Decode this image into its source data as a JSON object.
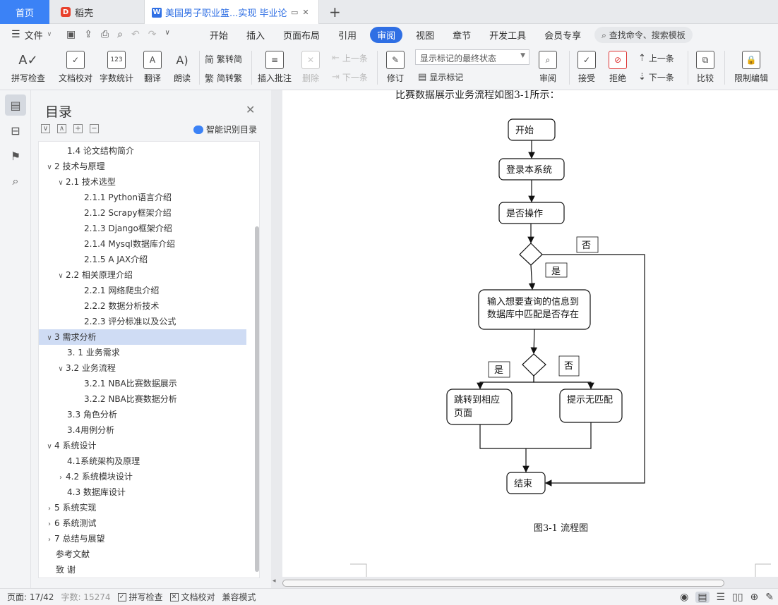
{
  "tabs": {
    "home": "首页",
    "daoke": "稻壳",
    "doc": "美国男子职业篮...实现 毕业论文",
    "add": "+"
  },
  "menu": {
    "file": "文件",
    "items": [
      "开始",
      "插入",
      "页面布局",
      "引用",
      "审阅",
      "视图",
      "章节",
      "开发工具",
      "会员专享"
    ],
    "active": "审阅",
    "search": "查找命令、搜索模板"
  },
  "ribbon": {
    "spell": "拼写检查",
    "doc_check": "文档校对",
    "word_count": "字数统计",
    "translate": "翻译",
    "read": "朗读",
    "trad_to_simp": "繁转简",
    "simp_to_trad": "简转繁",
    "insert_comment": "插入批注",
    "delete": "删除",
    "prev_comment": "上一条",
    "next_comment": "下一条",
    "revise": "修订",
    "markup_mode": "显示标记的最终状态",
    "show_markup": "显示标记",
    "review": "审阅",
    "accept": "接受",
    "reject": "拒绝",
    "prev": "上一条",
    "next": "下一条",
    "compare": "比较",
    "restrict": "限制编辑"
  },
  "toc": {
    "title": "目录",
    "smart": "智能识别目录",
    "items": [
      {
        "text": "1.4 论文结构简介",
        "level": 2,
        "toggle": ""
      },
      {
        "text": "2 技术与原理",
        "level": 1,
        "toggle": "v"
      },
      {
        "text": "2.1 技术选型",
        "level": 2,
        "toggle": "v"
      },
      {
        "text": "2.1.1 Python语言介绍",
        "level": 3,
        "toggle": ""
      },
      {
        "text": "2.1.2 Scrapy框架介绍",
        "level": 3,
        "toggle": ""
      },
      {
        "text": "2.1.3 Django框架介绍",
        "level": 3,
        "toggle": ""
      },
      {
        "text": "2.1.4 Mysql数据库介绍",
        "level": 3,
        "toggle": ""
      },
      {
        "text": "2.1.5 A JAX介绍",
        "level": 3,
        "toggle": ""
      },
      {
        "text": "2.2 相关原理介绍",
        "level": 2,
        "toggle": "v"
      },
      {
        "text": "2.2.1 网络爬虫介绍",
        "level": 3,
        "toggle": ""
      },
      {
        "text": "2.2.2 数据分析技术",
        "level": 3,
        "toggle": ""
      },
      {
        "text": "2.2.3 评分标准以及公式",
        "level": 3,
        "toggle": ""
      },
      {
        "text": "3 需求分析",
        "level": 1,
        "toggle": "v",
        "selected": true
      },
      {
        "text": "3. 1 业务需求",
        "level": 2,
        "toggle": ""
      },
      {
        "text": "3.2 业务流程",
        "level": 2,
        "toggle": "v"
      },
      {
        "text": "3.2.1 NBA比赛数据展示",
        "level": 3,
        "toggle": ""
      },
      {
        "text": "3.2.2 NBA比赛数据分析",
        "level": 3,
        "toggle": ""
      },
      {
        "text": "3.3 角色分析",
        "level": 2,
        "toggle": ""
      },
      {
        "text": "3.4用例分析",
        "level": 2,
        "toggle": ""
      },
      {
        "text": "4 系统设计",
        "level": 1,
        "toggle": "v"
      },
      {
        "text": "4.1系统架构及原理",
        "level": 2,
        "toggle": ""
      },
      {
        "text": "4.2 系统模块设计",
        "level": 2,
        "toggle": ">"
      },
      {
        "text": "4.3  数据库设计",
        "level": 2,
        "toggle": ""
      },
      {
        "text": "5 系统实现",
        "level": 1,
        "toggle": ">"
      },
      {
        "text": "6 系统测试",
        "level": 1,
        "toggle": ">"
      },
      {
        "text": "7 总结与展望",
        "level": 1,
        "toggle": ">"
      },
      {
        "text": "参考文献",
        "level": 1,
        "toggle": ""
      },
      {
        "text": "致  谢",
        "level": 1,
        "toggle": ""
      }
    ]
  },
  "document": {
    "intro_line": "比赛数据展示业务流程如图3-1所示：",
    "caption": "图3-1 流程图",
    "flow": {
      "start": "开始",
      "login": "登录本系统",
      "operate": "是否操作",
      "yes1": "是",
      "no1": "否",
      "query_line1": "输入想要查询的信息到",
      "query_line2": "数据库中匹配是否存在",
      "yes2": "是",
      "no2": "否",
      "jump_line1": "跳转到相应",
      "jump_line2": "页面",
      "nomatch": "提示无匹配",
      "end": "结束"
    }
  },
  "status": {
    "page": "页面: 17/42",
    "words": "字数: 15274",
    "spell": "拼写检查",
    "doc_check": "文档校对",
    "compat": "兼容模式"
  }
}
